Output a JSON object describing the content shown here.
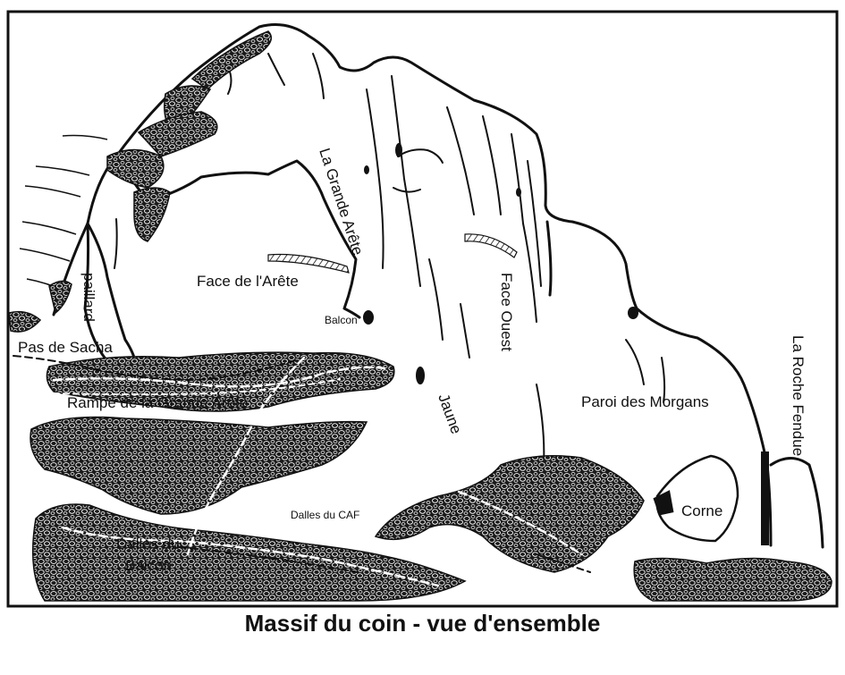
{
  "title": "Massif du coin - vue d'ensemble",
  "colors": {
    "ink": "#111111",
    "paper": "#ffffff",
    "route": "#ffffff"
  },
  "labels": {
    "face_arete": "Face de l'Arête",
    "paillard": "paillard",
    "grande_arete": "La Grande Arête",
    "face_ouest": "Face Ouest",
    "balcon": "Balcon",
    "pas_sacha": "Pas de Sacha",
    "rampe": "Rampe de la Grande Arête",
    "jaune": "Jaune",
    "paroi_morgans": "Paroi des Morgans",
    "roche_fendue": "La Roche Fendue",
    "dalles_caf": "Dalles du CAF",
    "dalles_balcon_1": "Dalles du",
    "dalles_balcon_2": "Balcon",
    "corne": "Corne"
  }
}
